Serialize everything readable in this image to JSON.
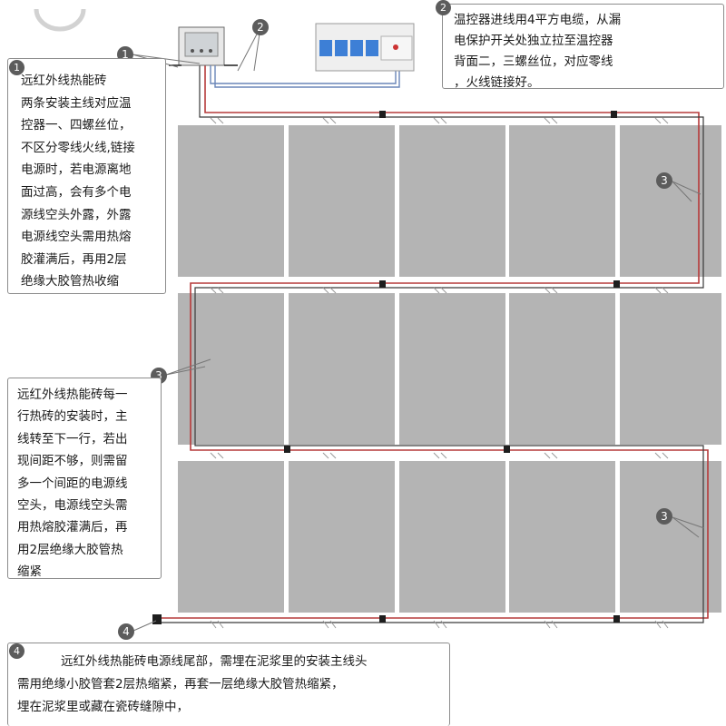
{
  "markers": {
    "m1": "1",
    "m2": "2",
    "m3": "3",
    "m4": "4"
  },
  "notes": {
    "note1": {
      "number": "1",
      "text": "远红外线热能砖\n两条安装主线对应温\n控器一、四螺丝位，\n不区分零线火线,链接\n电源时，若电源离地\n面过高，会有多个电\n源线空头外露，外露\n电源线空头需用热熔\n胶灌满后，再用2层\n绝缘大胶管热收缩"
    },
    "note2": {
      "number": "2",
      "text": "温控器进线用4平方电缆，从漏\n电保护开关处独立拉至温控器\n背面二，三螺丝位，对应零线\n，火线链接好。"
    },
    "note3": {
      "number": "3",
      "text": "远红外线热能砖每一\n行热砖的安装时，主\n线转至下一行，若出\n现间距不够，则需留\n多一个间距的电源线\n空头，电源线空头需\n用热熔胶灌满后，再\n用2层绝缘大胶管热\n缩紧"
    },
    "note4": {
      "number": "4",
      "text": "远红外线热能砖电源线尾部，需埋在泥浆里的安装主线头\n需用绝缘小胶管套2层热缩紧，再套一层绝缘大胶管热缩紧，\n埋在泥浆里或藏在瓷砖缝隙中，"
    }
  },
  "colors": {
    "panel": "#b4b4b4",
    "wire_red": "#b63a3a",
    "wire_dark": "#3a3a3a",
    "wire_blue": "#6a86b8",
    "breaker_blue": "#3d7fd6",
    "marker": "#5c5c5c"
  },
  "icons": [
    "thermostat-icon",
    "circuit-breaker-icon",
    "heating-panel",
    "wire-connector-icon"
  ]
}
